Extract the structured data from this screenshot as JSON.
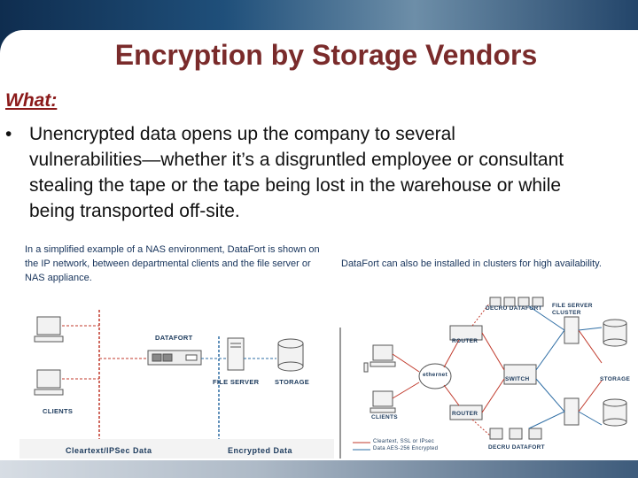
{
  "slide": {
    "title": "Encryption by Storage Vendors",
    "what_label": "What:",
    "bullet_symbol": "•",
    "bullet_text": "Unencrypted data opens up the company to several vulnerabilities—whether it’s a disgruntled employee or consultant stealing the tape or the tape being lost in the warehouse or while being transported off-site."
  },
  "figure_left": {
    "caption": "In a simplified example of a NAS environment, DataFort is shown on the IP network, between departmental clients and the file server or NAS appliance.",
    "labels": {
      "dataport": "DATAFORT",
      "file_server": "FILE SERVER",
      "storage": "STORAGE",
      "clients": "CLIENTS",
      "legend_cleartext": "Cleartext/IPSec Data",
      "legend_encrypted": "Encrypted Data"
    }
  },
  "figure_right": {
    "caption": "DataFort can also be installed in clusters for high availability.",
    "labels": {
      "top_dataport": "DECRU DATAFORT",
      "file_server_cluster": "FILE SERVER CLUSTER",
      "router_top": "ROUTER",
      "ethernet": "ethernet",
      "switch": "SWITCH",
      "storage": "STORAGE",
      "clients": "CLIENTS",
      "router_bottom": "ROUTER",
      "bottom_dataport": "DECRU DATAFORT",
      "legend_line1": "Cleartext, SSL or IPsec",
      "legend_line2": "Data AES-256 Encrypted"
    }
  },
  "colors": {
    "title": "#7a2b2b",
    "what": "#8b1a1a",
    "diagram_text": "#1c3a5c",
    "cleartext_line": "#c0392b",
    "encrypted_line": "#2e6da4"
  }
}
